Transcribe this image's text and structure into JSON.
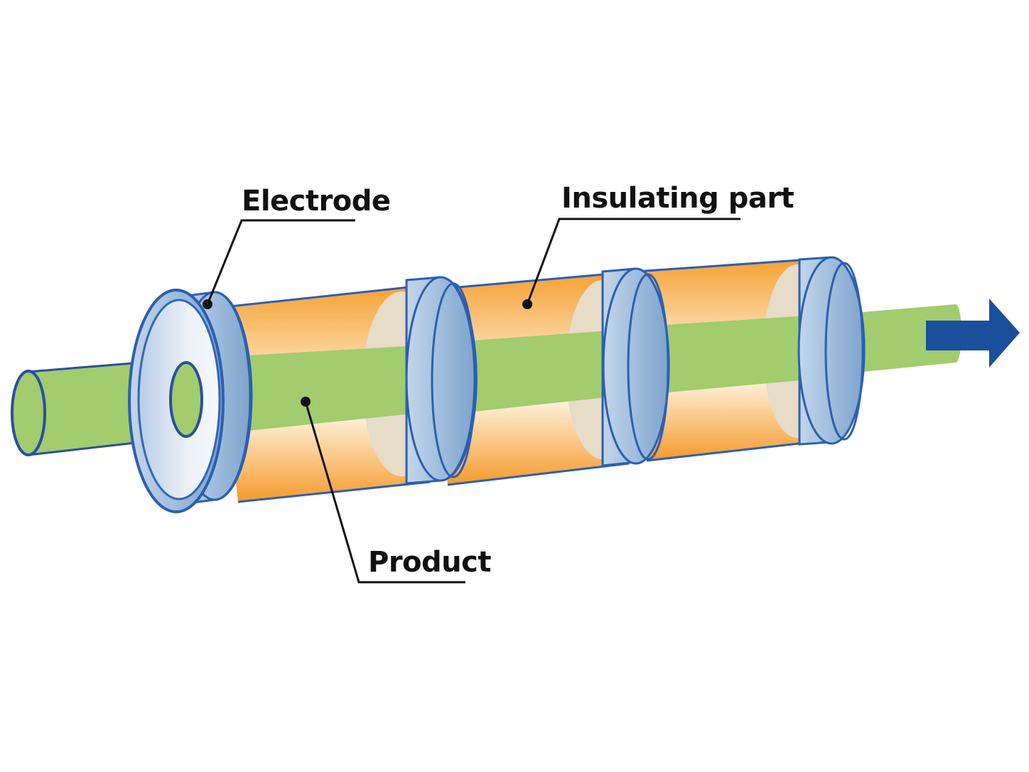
{
  "labels": {
    "electrode": "Electrode",
    "insulating_part": "Insulating part",
    "product": "Product"
  },
  "colors": {
    "product_fill": "#a2cc6e",
    "product_outline": "#2a4fa0",
    "insulator_orange": "#f7a53c",
    "insulator_light": "#fde8c6",
    "electrode_blue": "#a9c3df",
    "electrode_outline": "#2b5fb2",
    "flow_arrow": "#1a4f9c",
    "disc_beige": "#e6dcc8"
  },
  "icons": {
    "flow_direction": "right-arrow-icon"
  }
}
